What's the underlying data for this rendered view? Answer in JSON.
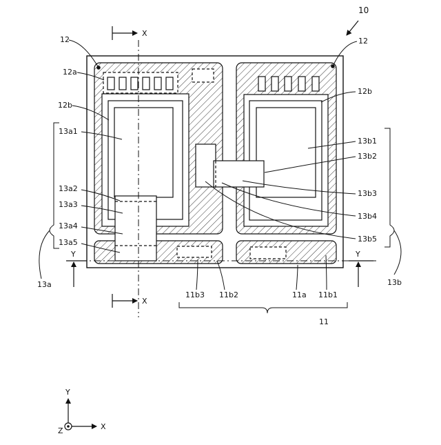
{
  "figure": {
    "ref_10": "10",
    "ref_11": "11",
    "ref_12_left": "12",
    "ref_12_right": "12",
    "ref_12a": "12a",
    "ref_12b_left": "12b",
    "ref_12b_right": "12b",
    "ref_13a1": "13a1",
    "ref_13a2": "13a2",
    "ref_13a3": "13a3",
    "ref_13a4": "13a4",
    "ref_13a5": "13a5",
    "ref_13a": "13a",
    "ref_13b1": "13b1",
    "ref_13b2": "13b2",
    "ref_13b3": "13b3",
    "ref_13b4": "13b4",
    "ref_13b5": "13b5",
    "ref_13b": "13b",
    "ref_11b3": "11b3",
    "ref_11b2": "11b2",
    "ref_11a": "11a",
    "ref_11b1": "11b1",
    "section_x_top": "X",
    "section_x_bottom": "X",
    "section_y_left": "Y",
    "section_y_right": "Y"
  },
  "axes": {
    "y_label": "Y",
    "x_label": "X",
    "z_label": "Z"
  }
}
